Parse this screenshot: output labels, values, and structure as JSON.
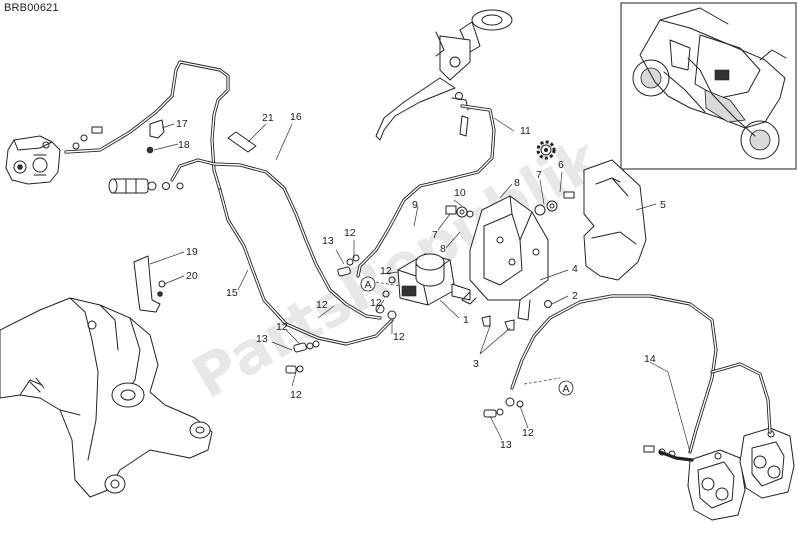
{
  "diagram": {
    "code": "BRB00621",
    "callouts": [
      {
        "id": "c1",
        "text": "1"
      },
      {
        "id": "c2",
        "text": "2"
      },
      {
        "id": "c3",
        "text": "3"
      },
      {
        "id": "c4",
        "text": "4"
      },
      {
        "id": "c5",
        "text": "5"
      },
      {
        "id": "c6",
        "text": "6"
      },
      {
        "id": "c7a",
        "text": "7"
      },
      {
        "id": "c7b",
        "text": "7"
      },
      {
        "id": "c8a",
        "text": "8"
      },
      {
        "id": "c8b",
        "text": "8"
      },
      {
        "id": "c9",
        "text": "9"
      },
      {
        "id": "c10",
        "text": "10"
      },
      {
        "id": "c11",
        "text": "11"
      },
      {
        "id": "c12a",
        "text": "12"
      },
      {
        "id": "c12b",
        "text": "12"
      },
      {
        "id": "c12c",
        "text": "12"
      },
      {
        "id": "c12d",
        "text": "12"
      },
      {
        "id": "c12e",
        "text": "12"
      },
      {
        "id": "c12f",
        "text": "12"
      },
      {
        "id": "c12g",
        "text": "12"
      },
      {
        "id": "c13a",
        "text": "13"
      },
      {
        "id": "c13b",
        "text": "13"
      },
      {
        "id": "c13c",
        "text": "13"
      },
      {
        "id": "c14",
        "text": "14"
      },
      {
        "id": "c15",
        "text": "15"
      },
      {
        "id": "c16",
        "text": "16"
      },
      {
        "id": "c17",
        "text": "17"
      },
      {
        "id": "c18",
        "text": "18"
      },
      {
        "id": "c19",
        "text": "19"
      },
      {
        "id": "c20",
        "text": "20"
      },
      {
        "id": "c21",
        "text": "21"
      }
    ],
    "markers": [
      {
        "id": "a1",
        "text": "A"
      },
      {
        "id": "a2",
        "text": "A"
      }
    ],
    "watermark": "PartsRepublik"
  }
}
